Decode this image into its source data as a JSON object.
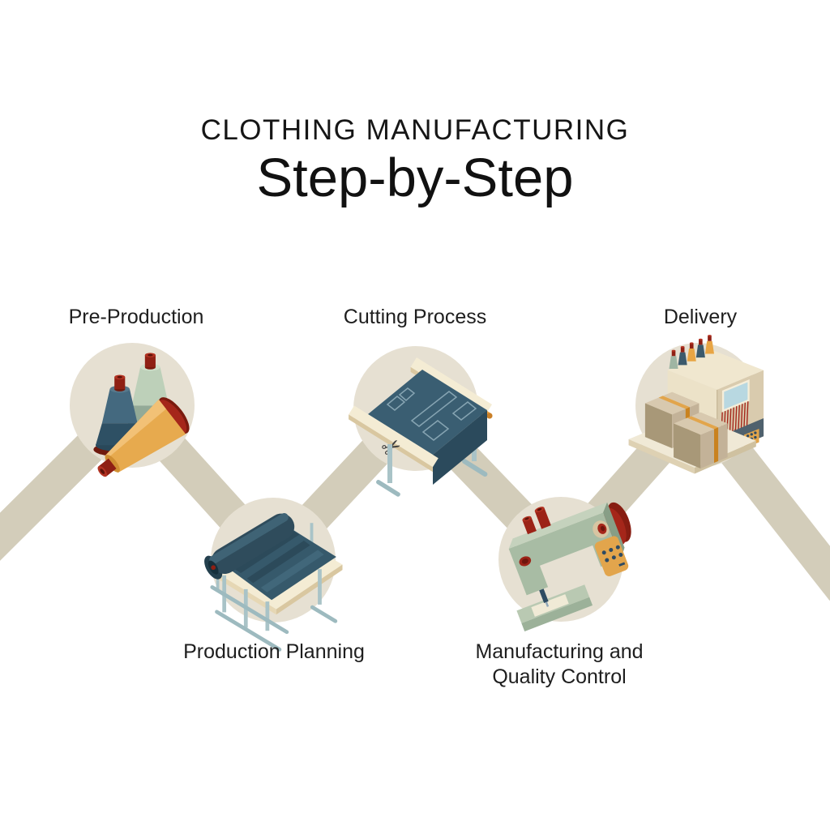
{
  "title": {
    "eyebrow": "CLOTHING MANUFACTURING",
    "main": "Step-by-Step"
  },
  "steps": [
    {
      "label": "Pre-Production",
      "icon": "thread-cones-icon",
      "row": "top"
    },
    {
      "label": "Production Planning",
      "icon": "fabric-spreading-table-icon",
      "row": "bottom"
    },
    {
      "label": "Cutting Process",
      "icon": "cutting-table-icon",
      "row": "top"
    },
    {
      "label": "Manufacturing and Quality Control",
      "icon": "sewing-machine-icon",
      "row": "bottom"
    },
    {
      "label": "Delivery",
      "icon": "packing-machine-boxes-icon",
      "row": "top"
    }
  ],
  "icons": {
    "scissors_glyph": "✂"
  },
  "palette": {
    "background": "#ffffff",
    "text": "#1e1e1e",
    "ribbon": "#d3cdba",
    "node_circle": "#e6e0d2",
    "dark_teal": "#35596c",
    "teal_shadow": "#2b4a5c",
    "sage_green": "#a8bca4",
    "orange": "#e2a54c",
    "dark_red": "#9c2317",
    "cream": "#f2ead4",
    "tan": "#d9c7a0",
    "steel_blue": "#a9c3c7",
    "cardboard": "#c3b298",
    "screen_blue": "#b8d8e1"
  }
}
